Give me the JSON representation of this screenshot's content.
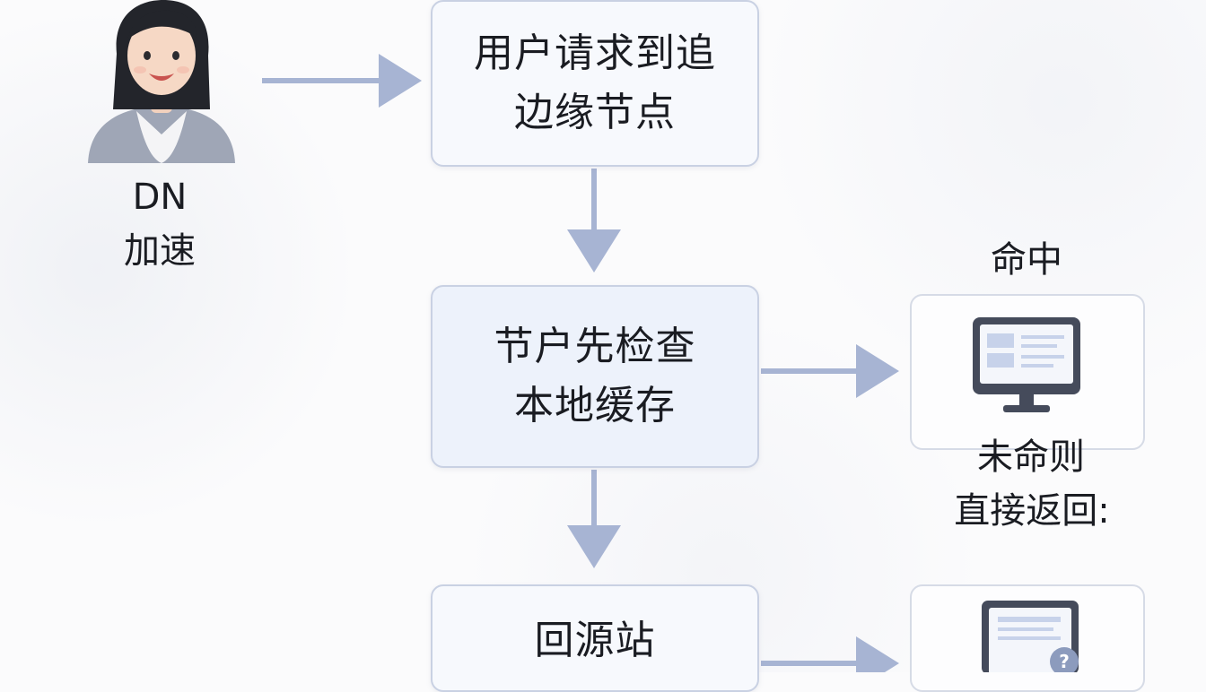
{
  "user": {
    "label_line1": "DN",
    "label_line2": "加速"
  },
  "steps": {
    "step1": {
      "line1": "用户请求到追",
      "line2": "边缘节点"
    },
    "step2": {
      "line1": "节户先检查",
      "line2": "本地缓存"
    },
    "step3": {
      "line1": "回源站"
    }
  },
  "hit": {
    "title": "命中",
    "note_line1": "未命则",
    "note_line2": "直接返回:"
  },
  "colors": {
    "arrow": "#a7b4d3",
    "box_border": "#c9d1e3",
    "monitor_dark": "#454b5b",
    "monitor_screen_accent": "#c7d2ea"
  },
  "icons": {
    "user": "person-avatar-icon",
    "monitor_hit": "monitor-icon",
    "monitor_origin": "monitor-question-icon"
  }
}
